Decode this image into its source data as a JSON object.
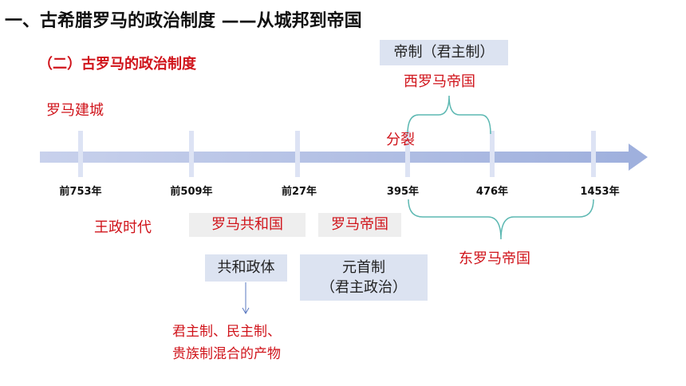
{
  "title": "一、古希腊罗马的政治制度 ——从城邦到帝国",
  "subtitle": "（二）古罗马的政治制度",
  "events": {
    "founding": "罗马建城",
    "split": "分裂",
    "west_empire": "西罗马帝国",
    "east_empire": "东罗马帝国"
  },
  "timeline": {
    "years": [
      "前753年",
      "前509年",
      "前27年",
      "395年",
      "476年",
      "1453年"
    ]
  },
  "periods": {
    "kingdom": "王政时代",
    "republic": "罗马共和国",
    "empire": "罗马帝国"
  },
  "systems": {
    "monarchy": "帝制（君主制）",
    "republic_gov": "共和政体",
    "principate_line1": "元首制",
    "principate_line2": "（君主政治）"
  },
  "notes": {
    "line1": "君主制、民主制、",
    "line2": "贵族制混合的产物"
  },
  "colors": {
    "accent_red": "#d0141b",
    "timeline_blue": "#aebbe0",
    "brace_teal": "#5cb8b2",
    "box_blue": "#dce3f1",
    "box_grey": "#eeeeee"
  }
}
